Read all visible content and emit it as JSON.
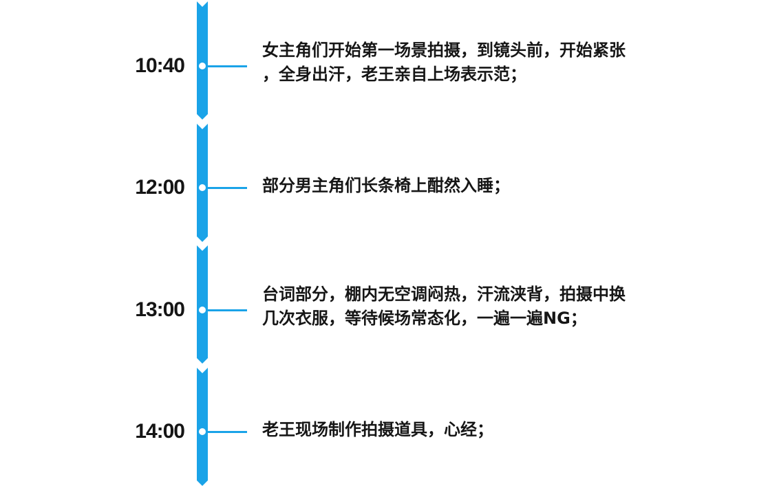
{
  "timeline": {
    "accent_color": "#1aa3e8",
    "entries": [
      {
        "time": "10:40",
        "lines": [
          "女主角们开始第一场景拍摄，到镜头前，开始紧张",
          "，全身出汗，老王亲自上场表示范；"
        ]
      },
      {
        "time": "12:00",
        "lines": [
          "部分男主角们长条椅上酣然入睡；"
        ]
      },
      {
        "time": "13:00",
        "lines": [
          "台词部分，棚内无空调闷热，汗流浃背，拍摄中换",
          "几次衣服，等待候场常态化，一遍一遍NG；"
        ]
      },
      {
        "time": "14:00",
        "lines": [
          "老王现场制作拍摄道具，心经；"
        ]
      }
    ]
  }
}
